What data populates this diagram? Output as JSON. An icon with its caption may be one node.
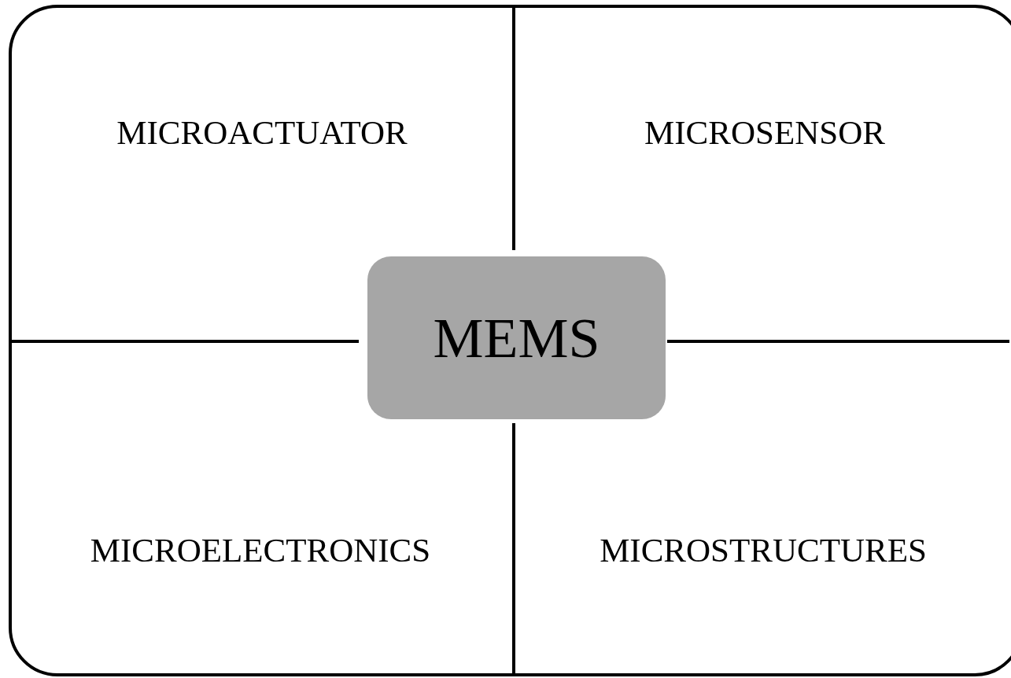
{
  "diagram": {
    "nodes": [
      {
        "text": [],
        "shape": "box"
      },
      {
        "text": [
          "MEMS"
        ],
        "in": 0
      }
    ],
    "edges": [],
    "labels": [
      "MICROACTUATOR",
      "MICROSENSOR",
      "MICROELECTRONICS",
      "MICROSTRUCTURES"
    ]
  }
}
